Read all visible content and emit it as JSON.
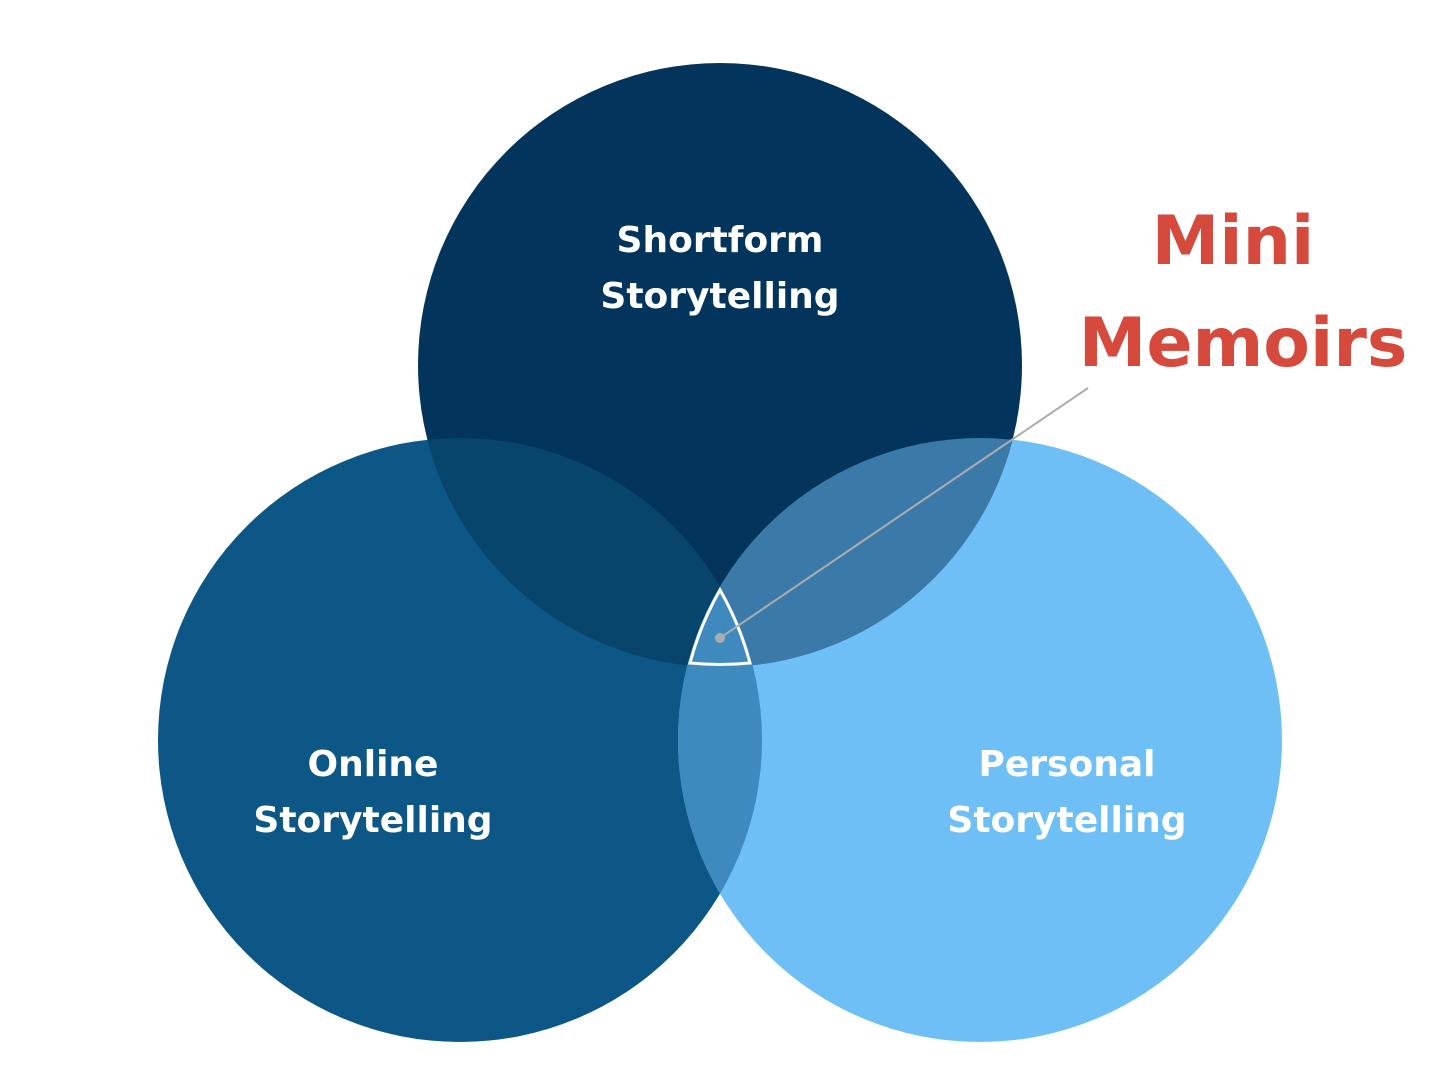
{
  "circles": {
    "top": {
      "line1": "Shortform",
      "line2": "Storytelling",
      "color": "#03355c"
    },
    "left": {
      "line1": "Online",
      "line2": "Storytelling",
      "color": "#0c5786"
    },
    "right": {
      "line1": "Personal",
      "line2": "Storytelling",
      "color": "#6dbff5"
    }
  },
  "overlaps": {
    "top_left": "#07456d",
    "top_right": "#3b7aa8",
    "left_right": "#3e8abf",
    "center": "#3e8abf"
  },
  "callout": {
    "line1": "Mini",
    "line2": "Memoirs",
    "color": "#d64a3d",
    "leader_color": "#a9adb2"
  }
}
